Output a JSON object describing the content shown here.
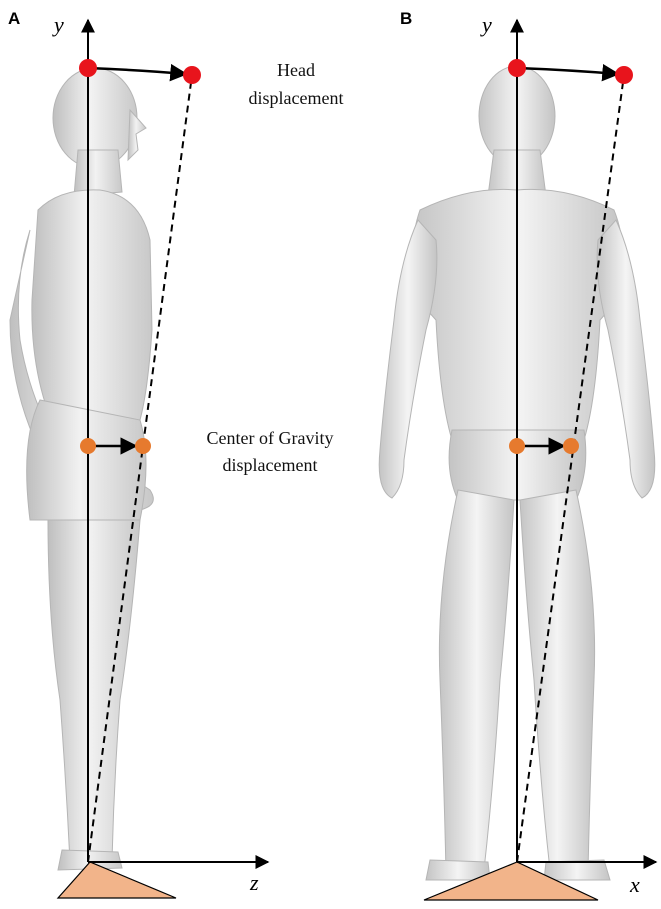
{
  "figure": {
    "panels": [
      {
        "id": "A",
        "letter": "A",
        "view": "side",
        "vertical_axis": "y",
        "horizontal_axis": "z"
      },
      {
        "id": "B",
        "letter": "B",
        "view": "front",
        "vertical_axis": "y",
        "horizontal_axis": "x"
      }
    ],
    "annotations": {
      "head_line1": "Head",
      "head_line2": "displacement",
      "cog_line1": "Center of Gravity",
      "cog_line2": "displacement"
    },
    "colors": {
      "head_marker": "#e8141c",
      "cog_marker": "#e67a2e",
      "base_triangle": "#f2b48a",
      "axis": "#000000",
      "body": "#d9d9d9"
    },
    "icons": {
      "head_marker": "red-circle-icon",
      "cog_marker": "orange-circle-icon"
    }
  }
}
